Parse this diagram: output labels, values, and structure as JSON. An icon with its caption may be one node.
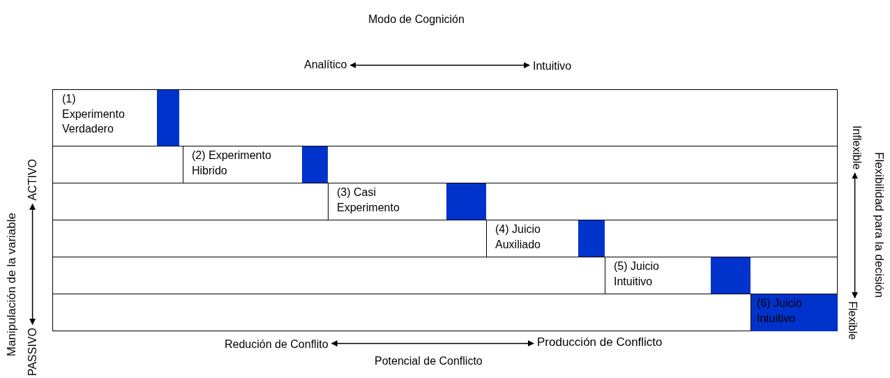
{
  "diagram": {
    "nodes": [
      {
        "text": [
          "Analítico"
        ]
      },
      {
        "text": [
          "Intuitivo"
        ]
      },
      {
        "text": [
          "(1) Experimento Verdadero"
        ]
      },
      {
        "text": [
          "(2) Experimento Hibrido"
        ]
      },
      {
        "text": [
          "(3) Casi Experimento"
        ]
      },
      {
        "text": [
          "(4) Juicio Auxiliado"
        ]
      },
      {
        "text": [
          "(5) Juicio Intuitivo"
        ]
      },
      {
        "text": [
          "(6) Juicio Intuitivo"
        ]
      },
      {
        "text": [
          "ACTIVO"
        ]
      },
      {
        "text": [
          "PASSIVO"
        ]
      },
      {
        "text": [
          "Inflexible"
        ]
      },
      {
        "text": [
          "Flexible"
        ]
      },
      {
        "text": [
          "Redución de Conflito"
        ]
      },
      {
        "text": [
          "Producción de Conflicto"
        ]
      },
      {
        "text": [],
        "shape": "bar"
      },
      {
        "text": [],
        "shape": "bar"
      },
      {
        "text": [],
        "shape": "bar"
      },
      {
        "text": [],
        "shape": "bar"
      },
      {
        "text": [],
        "shape": "bar"
      }
    ],
    "edges": [
      {
        "from": 0,
        "to": 1,
        "arrow": "both"
      },
      {
        "from": 8,
        "to": 9,
        "arrow": "both"
      },
      {
        "from": 10,
        "to": 11,
        "arrow": "both"
      },
      {
        "from": 12,
        "to": 13,
        "arrow": "both"
      }
    ],
    "labels": [
      "Modo de Cognición",
      "Manipulación de la variable",
      "Flexibilidad para la decisión",
      "Potencial de Conflicto"
    ]
  }
}
